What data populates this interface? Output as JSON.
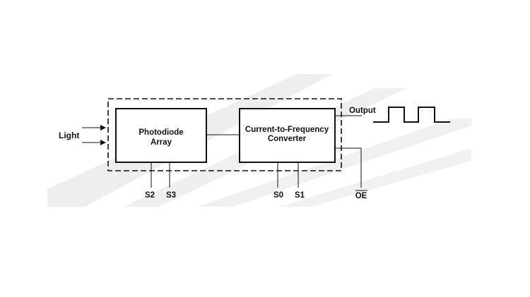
{
  "diagram": {
    "input_label": "Light",
    "blocks": [
      {
        "id": "photodiode",
        "line1": "Photodiode",
        "line2": "Array"
      },
      {
        "id": "converter",
        "line1": "Current-to-Frequency",
        "line2": "Converter"
      }
    ],
    "output_label": "Output",
    "pins": {
      "s2": "S2",
      "s3": "S3",
      "s0": "S0",
      "s1": "S1",
      "oe": "OE"
    },
    "colors": {
      "line": "#111111",
      "stripe": "#eeeeee"
    }
  }
}
